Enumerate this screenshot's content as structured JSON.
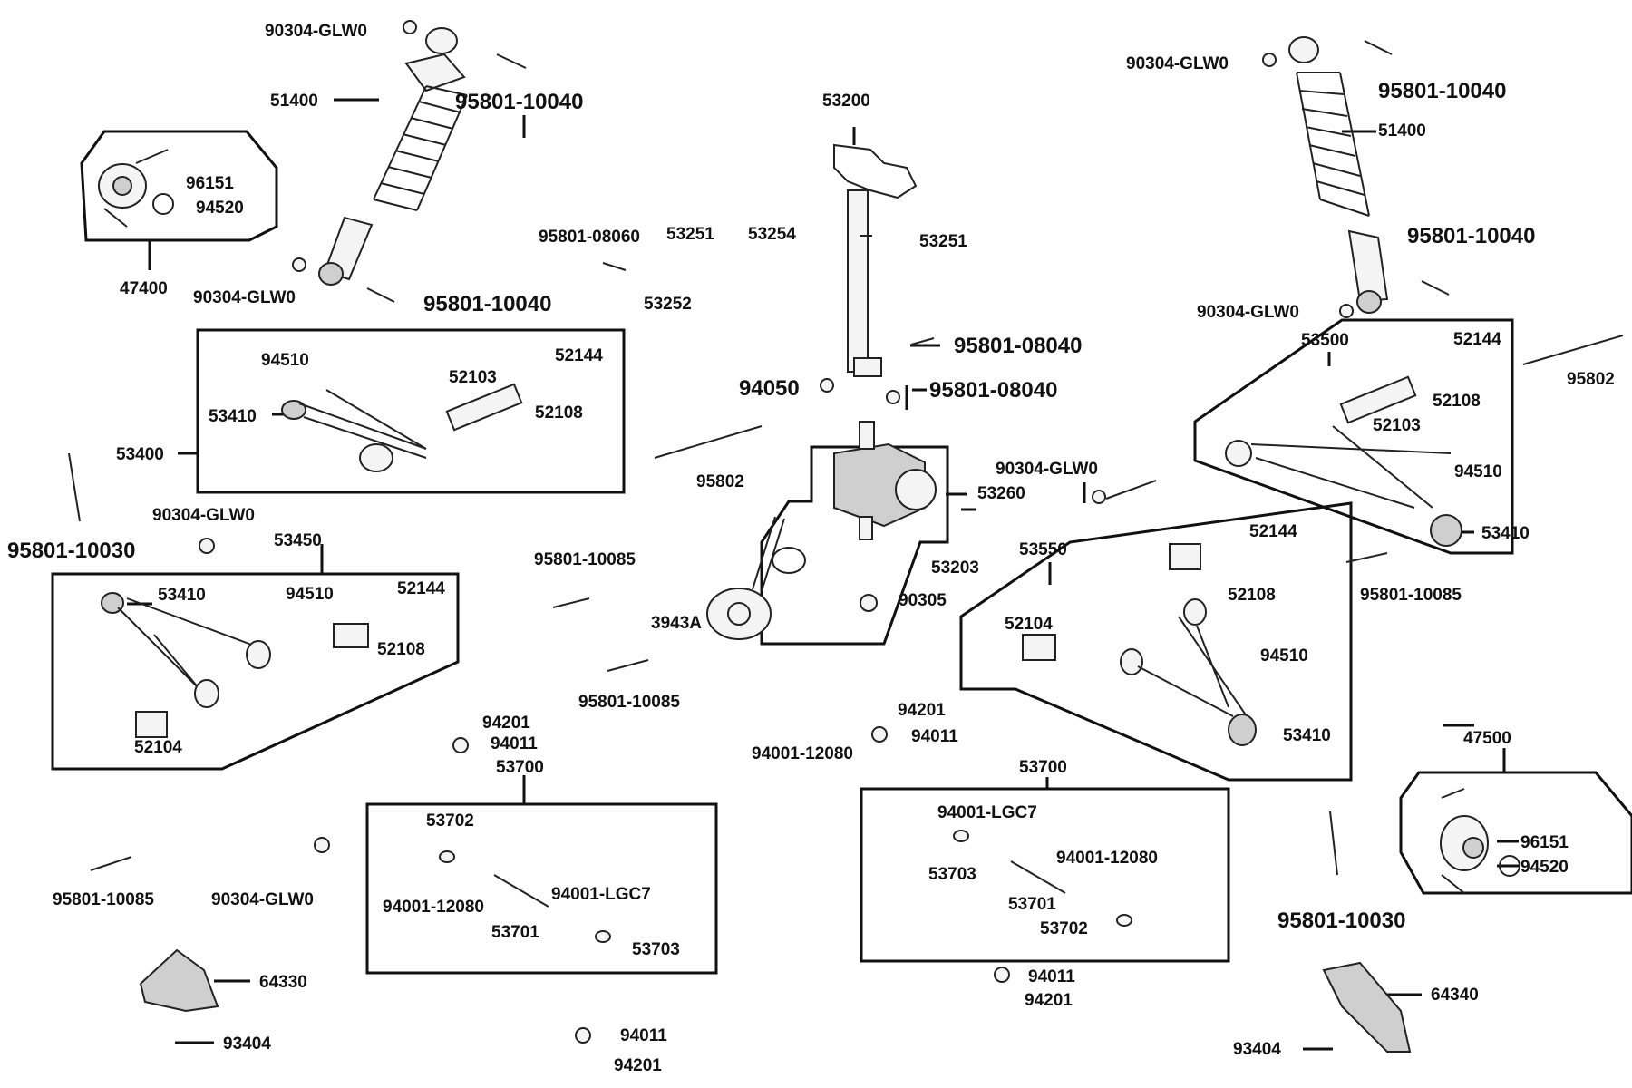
{
  "labels": {
    "l_90304_a": "90304-GLW0",
    "l_51400_a": "51400",
    "l_95801_10040_a": "95801-10040",
    "l_96151_a": "96151",
    "l_94520_a": "94520",
    "l_47400": "47400",
    "l_90304_b": "90304-GLW0",
    "l_95801_10040_b": "95801-10040",
    "l_53200": "53200",
    "l_95801_08060": "95801-08060",
    "l_53251_a": "53251",
    "l_53254": "53254",
    "l_53252": "53252",
    "l_53251_b": "53251",
    "l_90304_c": "90304-GLW0",
    "l_95801_10040_c": "95801-10040",
    "l_51400_b": "51400",
    "l_95801_10040_d": "95801-10040",
    "l_90304_d": "90304-GLW0",
    "l_53500": "53500",
    "l_52144_r": "52144",
    "l_52108_r": "52108",
    "l_52103_r": "52103",
    "l_95802_r": "95802",
    "l_94510_r": "94510",
    "l_53410_r": "53410",
    "l_95801_08040_a": "95801-08040",
    "l_94050": "94050",
    "l_95801_08040_b": "95801-08040",
    "l_94510_a": "94510",
    "l_52103_a": "52103",
    "l_52144_a": "52144",
    "l_53410_a": "53410",
    "l_52108_a": "52108",
    "l_53400": "53400",
    "l_95802_c": "95802",
    "l_90304_e": "90304-GLW0",
    "l_53260": "53260",
    "l_95801_10030_a": "95801-10030",
    "l_90304_f": "90304-GLW0",
    "l_53450": "53450",
    "l_53410_b": "53410",
    "l_94510_b": "94510",
    "l_52144_b": "52144",
    "l_52108_b": "52108",
    "l_52104_b": "52104",
    "l_95801_10085_a": "95801-10085",
    "l_53203": "53203",
    "l_90305": "90305",
    "l_3943A": "3943A",
    "l_95801_10085_b": "95801-10085",
    "l_53550": "53550",
    "l_52144_c": "52144",
    "l_52108_c": "52108",
    "l_52104_c": "52104",
    "l_94510_c": "94510",
    "l_53410_c": "53410",
    "l_95801_10085_c": "95801-10085",
    "l_94201_a": "94201",
    "l_94011_a": "94011",
    "l_94001_12080_a": "94001-12080",
    "l_94201_b": "94201",
    "l_94011_b": "94011",
    "l_53700_a": "53700",
    "l_53702_a": "53702",
    "l_94001_12080_b": "94001-12080",
    "l_94001_LGC7_a": "94001-LGC7",
    "l_53701_a": "53701",
    "l_53703_a": "53703",
    "l_53700_b": "53700",
    "l_94001_LGC7_b": "94001-LGC7",
    "l_53703_b": "53703",
    "l_94001_12080_c": "94001-12080",
    "l_53701_b": "53701",
    "l_53702_b": "53702",
    "l_94011_c": "94011",
    "l_94201_c": "94201",
    "l_47500": "47500",
    "l_96151_b": "96151",
    "l_94520_b": "94520",
    "l_95801_10030_b": "95801-10030",
    "l_95801_10085_d": "95801-10085",
    "l_90304_g": "90304-GLW0",
    "l_64330": "64330",
    "l_93404_a": "93404",
    "l_94011_d": "94011",
    "l_94201_d": "94201",
    "l_64340": "64340",
    "l_93404_b": "93404"
  }
}
